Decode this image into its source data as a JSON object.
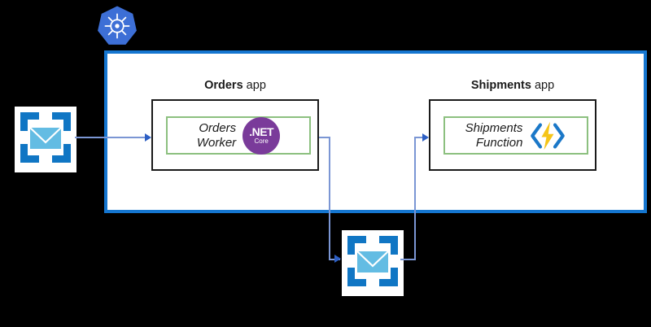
{
  "diagram": {
    "background_color": "#000000",
    "cluster": {
      "name": "kubernetes-cluster",
      "border_color": "#1576d0",
      "fill_color": "#ffffff",
      "logo_icon": "kubernetes-logo",
      "logo_color": "#3d6fd6"
    },
    "apps": [
      {
        "id": "orders",
        "title_bold": "Orders",
        "title_rest": " app",
        "service_label": "Orders\nWorker",
        "logo_icon": "dotnet-core-logo",
        "logo_primary_text": ".NET",
        "logo_secondary_text": "Core",
        "logo_color": "#7a3b9a",
        "inner_border_color": "#8cc07f",
        "outer_border_color": "#1a1a1a"
      },
      {
        "id": "shipments",
        "title_bold": "Shipments",
        "title_rest": " app",
        "service_label": "Shipments\nFunction",
        "logo_icon": "azure-functions-logo",
        "logo_bracket_color": "#1b78c8",
        "logo_bolt_color": "#f5c518",
        "inner_border_color": "#8cc07f",
        "outer_border_color": "#1a1a1a"
      }
    ],
    "queues": [
      {
        "id": "inbound-queue",
        "icon": "service-bus-queue-icon",
        "bracket_color": "#1076c4",
        "envelope_color": "#63bce3"
      },
      {
        "id": "orders-to-shipments-queue",
        "icon": "service-bus-queue-icon",
        "bracket_color": "#1076c4",
        "envelope_color": "#63bce3"
      }
    ],
    "connectors": [
      {
        "id": "inbound-queue-to-orders-app",
        "color": "#7b96d4",
        "arrow_color": "#2d5fc4"
      },
      {
        "id": "orders-app-to-queue",
        "color": "#7b96d4",
        "arrow_color": "#2d5fc4"
      },
      {
        "id": "queue-to-shipments-app",
        "color": "#7b96d4",
        "arrow_color": "#2d5fc4"
      }
    ]
  }
}
